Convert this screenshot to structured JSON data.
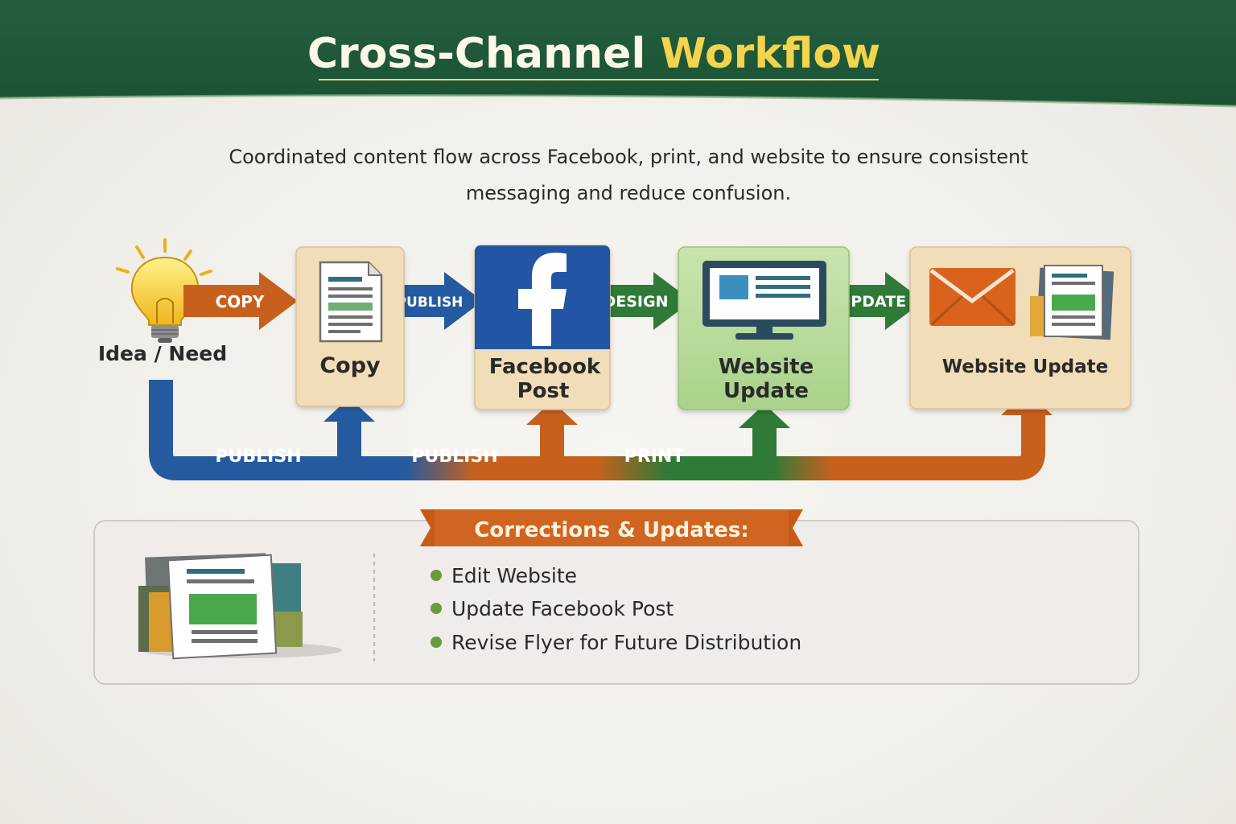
{
  "header": {
    "title_part1": "Cross-Channel ",
    "title_part2": "Workflow",
    "title_color": "#fdf7e6",
    "highlight_color": "#f3d44d",
    "band_color": "#1f5f3c"
  },
  "description": {
    "line1": "Coordinated content flow across Facebook, print, and website to ensure consistent",
    "line2": "messaging and reduce confusion."
  },
  "flow": {
    "start_label": "Idea / Need",
    "arrows": [
      "COPY",
      "PUBLISH",
      "DESIGN",
      "UPDATE"
    ],
    "cards": [
      {
        "line1": "Copy",
        "line2": ""
      },
      {
        "line1": "Facebook",
        "line2": "Post"
      },
      {
        "line1": "Website",
        "line2": "Update"
      },
      {
        "line1": "Website Update",
        "line2": ""
      }
    ],
    "bottom_labels": [
      "PUBLISH",
      "PUBLISH",
      "PRINT"
    ],
    "colors": {
      "orange": "#c8601d",
      "blue": "#245a9f",
      "green": "#2f7a36",
      "facebook_blue": "#2456a4"
    }
  },
  "corrections": {
    "title": "Corrections & Updates:",
    "items": [
      "Edit Website",
      "Update Facebook Post",
      "Revise Flyer for Future Distribution"
    ],
    "bullet_color": "#6b9a3c"
  }
}
